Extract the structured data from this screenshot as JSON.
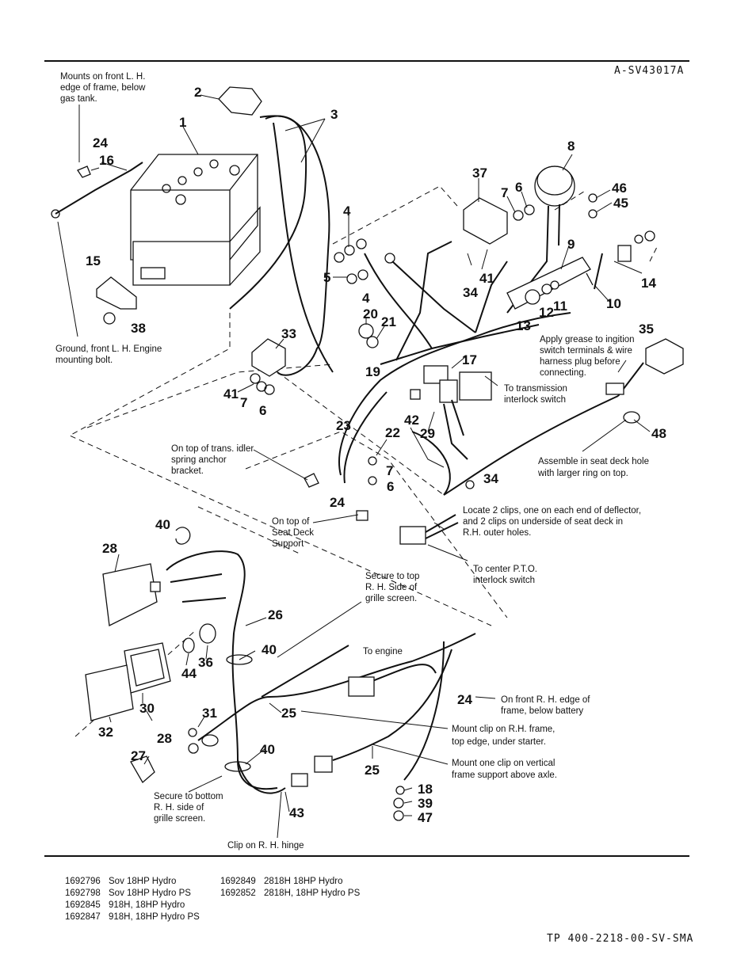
{
  "figure_id": "A-SV43017A",
  "footer_code": "TP 400-2218-00-SV-SMA",
  "parts": {
    "p1": "1",
    "p2": "2",
    "p3": "3",
    "p4a": "4",
    "p4b": "4",
    "p5": "5",
    "p6a": "6",
    "p6b": "6",
    "p6c": "6",
    "p7a": "7",
    "p7b": "7",
    "p7c": "7",
    "p8": "8",
    "p9": "9",
    "p10": "10",
    "p11": "11",
    "p12": "12",
    "p13": "13",
    "p14": "14",
    "p15": "15",
    "p16": "16",
    "p17": "17",
    "p18": "18",
    "p19": "19",
    "p20": "20",
    "p21": "21",
    "p22": "22",
    "p23": "23",
    "p24a": "24",
    "p24b": "24",
    "p24c": "24",
    "p25a": "25",
    "p25b": "25",
    "p26": "26",
    "p27": "27",
    "p28a": "28",
    "p28b": "28",
    "p29": "29",
    "p30": "30",
    "p31": "31",
    "p32": "32",
    "p33": "33",
    "p34a": "34",
    "p34b": "34",
    "p35": "35",
    "p36": "36",
    "p37": "37",
    "p38": "38",
    "p39": "39",
    "p40a": "40",
    "p40b": "40",
    "p40c": "40",
    "p41a": "41",
    "p41b": "41",
    "p42": "42",
    "p43": "43",
    "p44": "44",
    "p45": "45",
    "p46": "46",
    "p47": "47",
    "p48": "48"
  },
  "notes": {
    "mounts_front": [
      "Mounts on front L. H.",
      "edge of frame, below",
      "gas tank."
    ],
    "ground": [
      "Ground, front L. H. Engine",
      "mounting bolt."
    ],
    "grease": [
      "Apply grease to ingition",
      "switch terminals & wire",
      "harness plug before",
      "connecting."
    ],
    "transmission": [
      "To transmission",
      "interlock switch"
    ],
    "trans_idler": [
      "On top of trans. idler",
      "spring anchor",
      "bracket."
    ],
    "seat_deck_hole": [
      "Assemble in seat deck hole",
      "with larger ring on top."
    ],
    "seat_deck_support": [
      "On top of",
      "Seat Deck",
      "Support"
    ],
    "clips": [
      "Locate 2 clips, one on each end of deflector,",
      "and 2 clips on underside of seat deck in",
      "R.H. outer holes."
    ],
    "pto": [
      "To center P.T.O.",
      "interlock switch"
    ],
    "grille_top": [
      "Secure to top",
      "R. H. Side of",
      "grille screen."
    ],
    "engine": [
      "To engine"
    ],
    "front_rh": [
      "On front R. H. edge of",
      "frame, below battery"
    ],
    "clip_frame": [
      "Mount clip on R.H. frame,",
      "top edge, under starter."
    ],
    "clip_vertical": [
      "Mount one clip on vertical",
      "frame support above axle."
    ],
    "grille_bottom": [
      "Secure to bottom",
      "R. H. side of",
      "grille screen."
    ],
    "hinge": [
      "Clip on R. H. hinge"
    ]
  },
  "models": [
    {
      "number": "1692796",
      "name": "Sov 18HP Hydro"
    },
    {
      "number": "1692798",
      "name": "Sov 18HP Hydro PS"
    },
    {
      "number": "1692845",
      "name": "918H, 18HP Hydro"
    },
    {
      "number": "1692847",
      "name": "918H, 18HP Hydro PS"
    },
    {
      "number": "1692849",
      "name": "2818H 18HP Hydro"
    },
    {
      "number": "1692852",
      "name": "2818H, 18HP Hydro PS"
    }
  ]
}
